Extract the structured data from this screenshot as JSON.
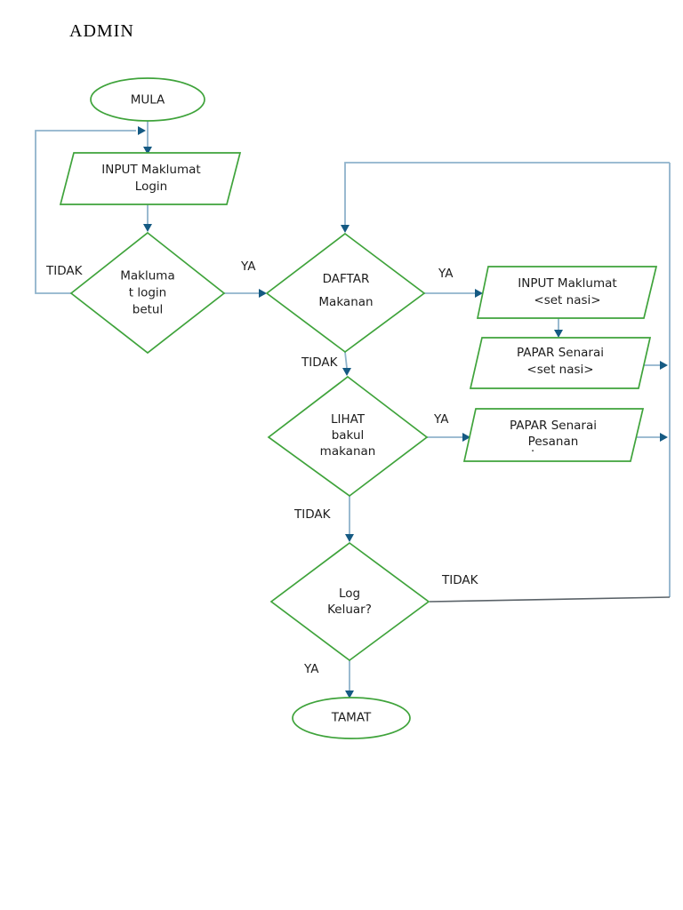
{
  "title": "ADMIN",
  "colors": {
    "background": "#ffffff",
    "shape_border": "#3fa33b",
    "connector": "#8fb3cb",
    "arrowhead": "#155a83",
    "logout_line": "#5a6268",
    "text": "#1d1d1d"
  },
  "nodes": {
    "mula": {
      "type": "terminator",
      "label": "MULA"
    },
    "input_login": {
      "type": "input-output",
      "label": "INPUT Maklumat\nLogin"
    },
    "login_check": {
      "type": "decision",
      "label": "Makluma\nt login\nbetul"
    },
    "daftar_makanan": {
      "type": "decision",
      "label": "DAFTAR\nMakanan"
    },
    "input_set_nasi": {
      "type": "input-output",
      "label": "INPUT Maklumat\n<set nasi>"
    },
    "papar_set_nasi": {
      "type": "input-output",
      "label": "PAPAR Senarai\n<set nasi>"
    },
    "lihat_bakul": {
      "type": "decision",
      "label": "LIHAT\nbakul\nmakanan"
    },
    "papar_pesanan": {
      "type": "input-output",
      "label": "PAPAR Senarai\nPesanan",
      "note": "."
    },
    "log_keluar": {
      "type": "decision",
      "label": "Log\nKeluar?"
    },
    "tamat": {
      "type": "terminator",
      "label": "TAMAT"
    }
  },
  "edge_labels": {
    "login_tidak": "TIDAK",
    "login_ya": "YA",
    "daftar_ya": "YA",
    "daftar_tidak": "TIDAK",
    "lihat_ya": "YA",
    "lihat_tidak": "TIDAK",
    "logout_tidak": "TIDAK",
    "logout_ya": "YA"
  }
}
